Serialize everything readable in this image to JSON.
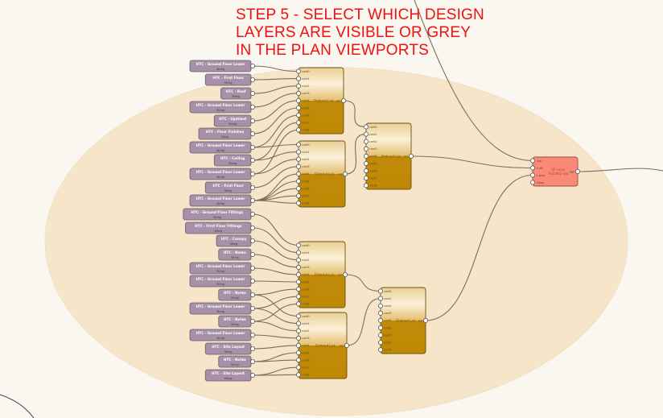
{
  "title": "STEP 5 - SELECT WHICH DESIGN\nLAYERS ARE VISIBLE OR GREY\nIN THE PLAN VIEWPORTS",
  "layer_subtitle": "String",
  "layers": [
    "HTC - Ground Floor Lower",
    "HTC - First Floor",
    "HTC - Roof",
    "HTC - Ground Floor Lower",
    "HTC - Upstand",
    "HTC - Floor Finishes",
    "HTC - Ground Floor Lower",
    "HTC - Ceiling",
    "HTC - Ground Floor Lower",
    "HTC - First Floor",
    "HTC - Ground Floor Lower",
    "HTC - Ground Floor Fittings",
    "HTC - First Floor Fittings",
    "HTC - Canopy",
    "HTC - Notes",
    "HTC - Ground Floor Lower",
    "HTC - Ground Floor Lower",
    "HTC - Notes",
    "HTC - Ground Floor Lower",
    "HTC - Notes",
    "HTC - Ground Floor Lower",
    "HTC - Site Layout",
    "HTC - Notes",
    "HTC - Site Layout"
  ],
  "ordered_list": {
    "label": "Ordered List",
    "inputs": [
      "cont0",
      "cont1",
      "cont2",
      "cont3",
      "cont4",
      "cont5",
      "cont6",
      "cont7",
      "cont8"
    ],
    "output": "list"
  },
  "vp_node": {
    "label": "VP Layer Visibility seq",
    "inputs": [
      "svp",
      "L.vis",
      "L.grey",
      "Lmax"
    ],
    "output": "hpk"
  },
  "colors": {
    "background": "#f9f7ef",
    "group_ellipse": "#f6e5c8",
    "layer_node": "#a691a8",
    "list_node_top": "#fbf0d8",
    "list_node_bottom": "#c08a08",
    "vp_node": "#f98a78",
    "wire": "#7a6e58",
    "title": "#f01010"
  }
}
